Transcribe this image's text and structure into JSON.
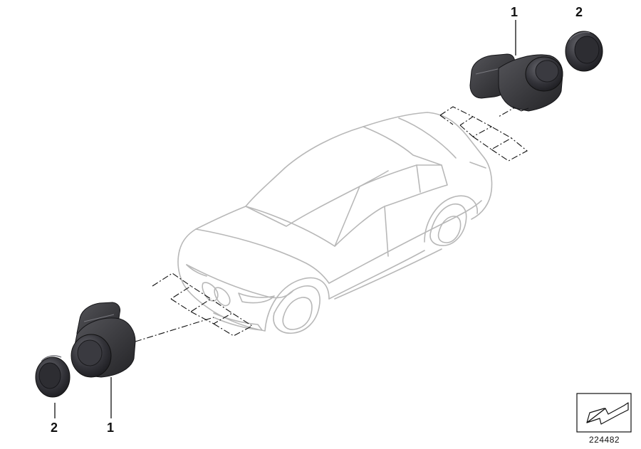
{
  "callouts": {
    "rear_sensor": "1",
    "rear_ring": "2",
    "front_sensor": "1",
    "front_ring": "2"
  },
  "reference_number": "224482",
  "icons": {
    "view_arrow": "arrow-icon"
  },
  "colors": {
    "line": "#b8b8b8",
    "part_dark": "#2b2b2e",
    "part_mid": "#4a4a4f",
    "leader": "#111111"
  }
}
